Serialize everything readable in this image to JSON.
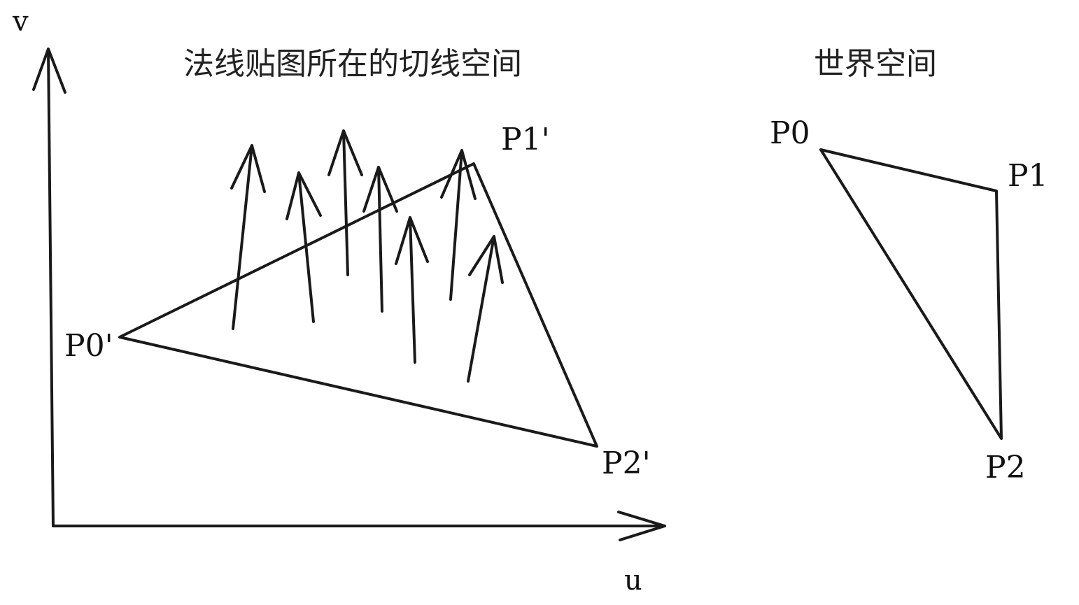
{
  "titles": {
    "tangent_space": "法线贴图所在的切线空间",
    "world_space": "世界空间"
  },
  "axes": {
    "v_label": "v",
    "u_label": "u"
  },
  "tangent_triangle": {
    "p0_label": "P0'",
    "p1_label": "P1'",
    "p2_label": "P2'"
  },
  "world_triangle": {
    "p0_label": "P0",
    "p1_label": "P1",
    "p2_label": "P2"
  },
  "normal_arrows_icon": "arrow-up-icon",
  "colors": {
    "ink": "#1a1a1a",
    "background": "#ffffff"
  }
}
